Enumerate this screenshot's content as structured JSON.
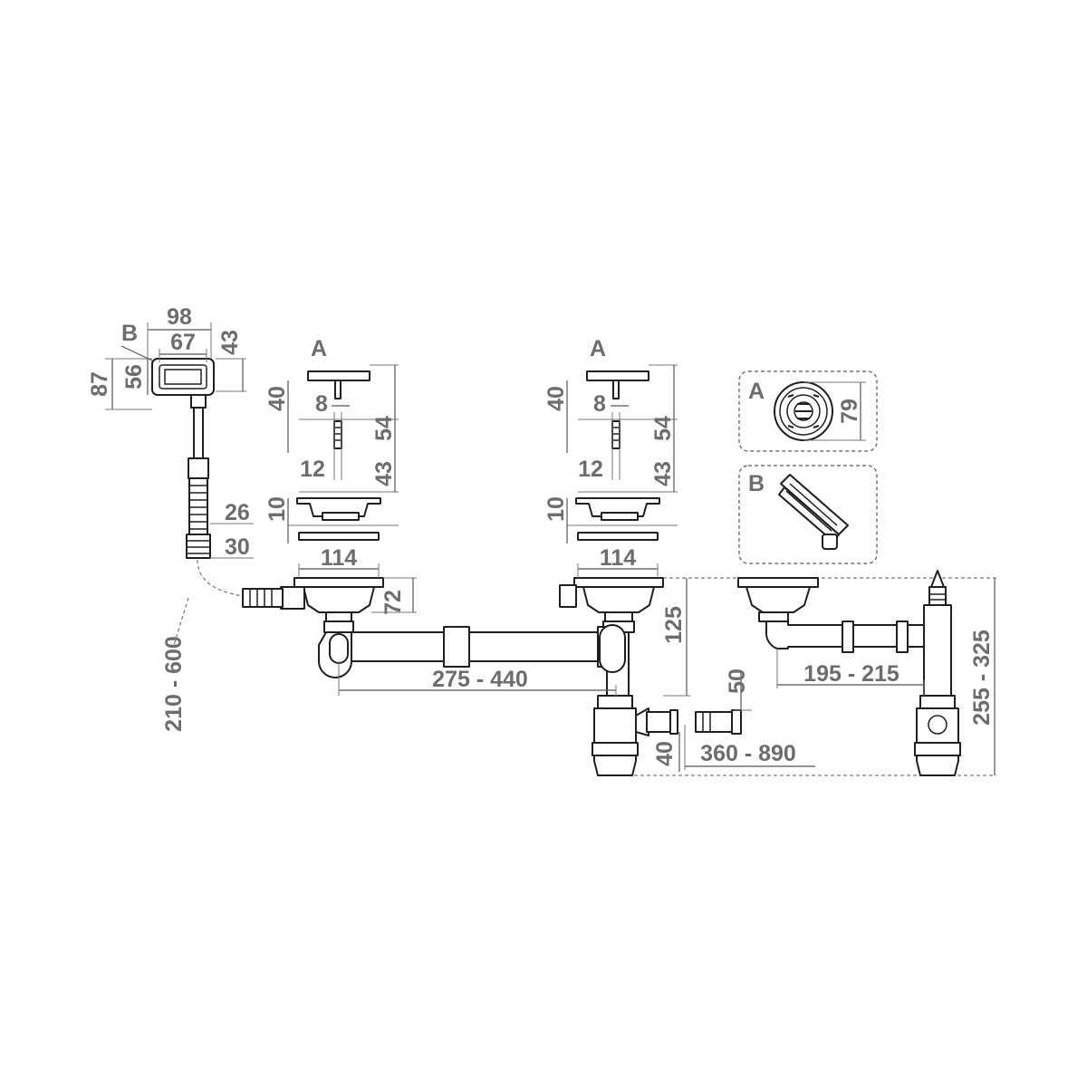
{
  "overflow": {
    "letter": "B",
    "d98": "98",
    "d67": "67",
    "d43": "43",
    "d56": "56",
    "d87": "87",
    "d26": "26",
    "d30": "30",
    "d210_600": "210 - 600"
  },
  "basket1": {
    "letter": "A",
    "d40": "40",
    "d8": "8",
    "d54": "54",
    "d12": "12",
    "d43": "43",
    "d10": "10",
    "d114": "114",
    "d72": "72"
  },
  "basket2": {
    "letter": "A",
    "d40": "40",
    "d8": "8",
    "d54": "54",
    "d12": "12",
    "d43": "43",
    "d10": "10",
    "d114": "114",
    "d125": "125"
  },
  "detail_a": {
    "letter": "A",
    "d79": "79"
  },
  "detail_b": {
    "letter": "B"
  },
  "assembly": {
    "d275_440": "275 - 440",
    "d50": "50",
    "d40": "40",
    "d360_890": "360 - 890",
    "d195_215": "195 - 215",
    "d255_325": "255 - 325"
  }
}
